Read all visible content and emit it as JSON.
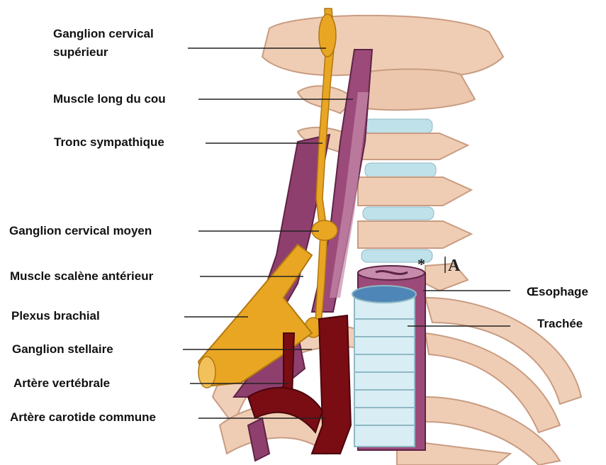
{
  "labels_left": {
    "ganglion_cervical_superieur": [
      "Ganglion cervical",
      "supérieur"
    ],
    "muscle_long_du_cou": "Muscle long du cou",
    "tronc_sympathique": "Tronc sympathique",
    "ganglion_cervical_moyen": "Ganglion cervical moyen",
    "muscle_scalene_anterieur": "Muscle scalène antérieur",
    "plexus_brachial": "Plexus brachial",
    "ganglion_stellaire": "Ganglion stellaire",
    "artere_vertebrale": "Artère vertébrale",
    "artere_carotide_commune": "Artère carotide commune"
  },
  "labels_right": {
    "oesophage": "Œsophage",
    "trachee": "Trachée"
  },
  "markers": {
    "asterisk": "*",
    "letter": "A"
  },
  "colors": {
    "bone": "#efcdb4",
    "bone_shadow": "#c99c82",
    "disc": "#bfe1ea",
    "muscle": "#8f3f6e",
    "muscle_light": "#c78bab",
    "nerve": "#e8a623",
    "artery": "#7a0c14",
    "trachea_ring": "#d8eef4",
    "esophagus": "#9b4a7a"
  }
}
